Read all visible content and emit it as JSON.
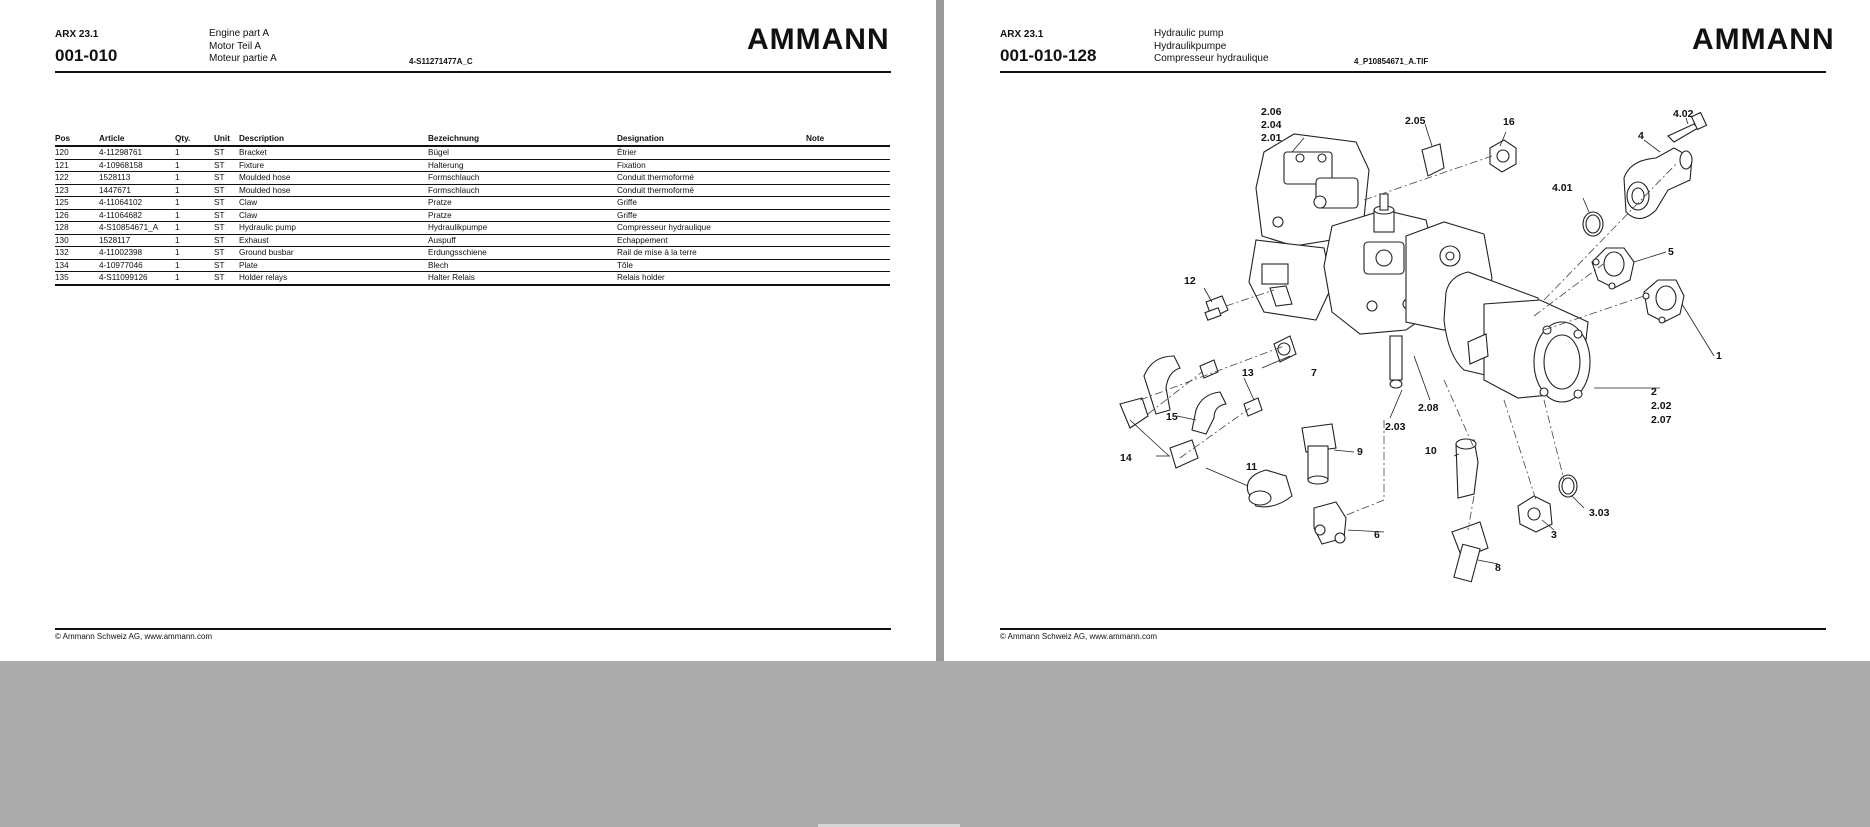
{
  "left": {
    "model": "ARX 23.1",
    "code": "001-010",
    "title_lines": [
      "Engine part A",
      "Motor Teil A",
      "Moteur partie A"
    ],
    "ref": "4-S11271477A_C",
    "logo": "AMMANN",
    "columns": [
      "Pos",
      "Article",
      "Qty.",
      "Unit",
      "Description",
      "Bezeichnung",
      "Designation",
      "Note"
    ],
    "rows": [
      [
        "120",
        "4-11298761",
        "1",
        "ST",
        "Bracket",
        "Bügel",
        "Étrier",
        ""
      ],
      [
        "121",
        "4-10968158",
        "1",
        "ST",
        "Fixture",
        "Halterung",
        "Fixation",
        ""
      ],
      [
        "122",
        "1528113",
        "1",
        "ST",
        "Moulded hose",
        "Formschlauch",
        "Conduit thermoformé",
        ""
      ],
      [
        "123",
        "1447671",
        "1",
        "ST",
        "Moulded hose",
        "Formschlauch",
        "Conduit thermoformé",
        ""
      ],
      [
        "125",
        "4-11064102",
        "1",
        "ST",
        "Claw",
        "Pratze",
        "Griffe",
        ""
      ],
      [
        "126",
        "4-11064682",
        "1",
        "ST",
        "Claw",
        "Pratze",
        "Griffe",
        ""
      ],
      [
        "128",
        "4-S10854671_A",
        "1",
        "ST",
        "Hydraulic pump",
        "Hydraulikpumpe",
        "Compresseur hydraulique",
        ""
      ],
      [
        "130",
        "1528117",
        "1",
        "ST",
        "Exhaust",
        "Auspuff",
        "Echappement",
        ""
      ],
      [
        "132",
        "4-11002398",
        "1",
        "ST",
        "Ground busbar",
        "Erdungsschiene",
        "Rail de mise à la terre",
        ""
      ],
      [
        "134",
        "4-10977046",
        "1",
        "ST",
        "Plate",
        "Blech",
        "Tôle",
        ""
      ],
      [
        "135",
        "4-S11099126",
        "1",
        "ST",
        "Holder relays",
        "Halter Relais",
        "Relais holder",
        ""
      ]
    ],
    "footer": "© Ammann Schweiz AG, www.ammann.com"
  },
  "right": {
    "model": "ARX 23.1",
    "code": "001-010-128",
    "title_lines": [
      "Hydraulic pump",
      "Hydraulikpumpe",
      "Compresseur hydraulique"
    ],
    "ref": "4_P10854671_A.TIF",
    "logo": "AMMANN",
    "footer": "© Ammann Schweiz AG, www.ammann.com",
    "callouts": {
      "c1": "2.06",
      "c2": "2.04",
      "c3": "2.01",
      "c4": "2.05",
      "c5": "16",
      "c6": "4.02",
      "c7": "4",
      "c8": "4.01",
      "c9": "5",
      "c10": "12",
      "c11": "1",
      "c12": "13",
      "c13": "7",
      "c14": "15",
      "c15": "2",
      "c16": "2.02",
      "c17": "2.07",
      "c18": "2.08",
      "c19": "2.03",
      "c20": "14",
      "c21": "9",
      "c22": "10",
      "c23": "11",
      "c24": "3.03",
      "c25": "6",
      "c26": "3",
      "c27": "8"
    }
  }
}
